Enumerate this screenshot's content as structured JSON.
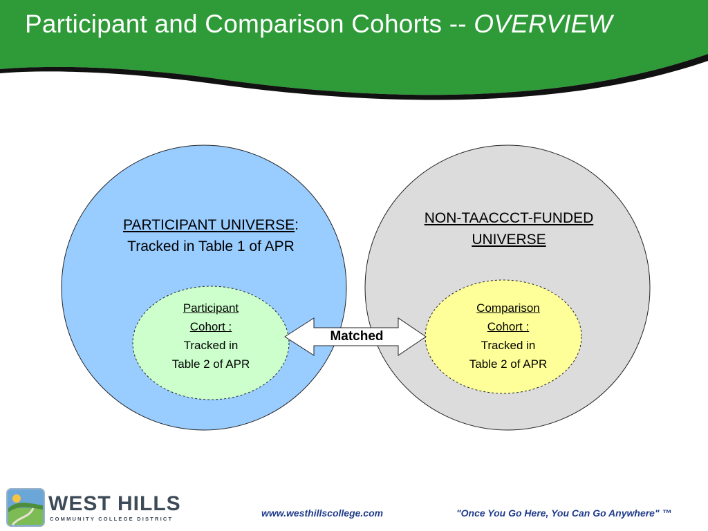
{
  "slide": {
    "title_main": "Participant and Comparison Cohorts -- ",
    "title_emphasis": "OVERVIEW"
  },
  "colors": {
    "header_green": "#2e9a38",
    "participant_universe": "#99ccff",
    "non_funded_universe": "#dcdcdc",
    "participant_cohort": "#ccffcc",
    "comparison_cohort": "#ffff99",
    "footer_text": "#1f3b8a"
  },
  "diagram": {
    "participant_universe": {
      "title": "PARTICIPANT UNIVERSE",
      "title_suffix": ":",
      "subtitle": "Tracked in Table 1 of APR"
    },
    "non_funded_universe": {
      "title_line1": "NON-TAACCCT-FUNDED",
      "title_line2": "UNIVERSE"
    },
    "participant_cohort": {
      "line1": "Participant",
      "line2": "Cohort :",
      "line3": "Tracked in",
      "line4": "Table 2 of APR"
    },
    "comparison_cohort": {
      "line1": "Comparison",
      "line2": "Cohort :",
      "line3": "Tracked in",
      "line4": "Table 2 of APR"
    },
    "arrow_label": "Matched"
  },
  "footer": {
    "logo_name": "WEST HILLS",
    "logo_subtitle": "COMMUNITY COLLEGE DISTRICT",
    "website": "www.westhillscollege.com",
    "tagline": "\"Once You Go Here, You Can Go Anywhere\" ™"
  }
}
